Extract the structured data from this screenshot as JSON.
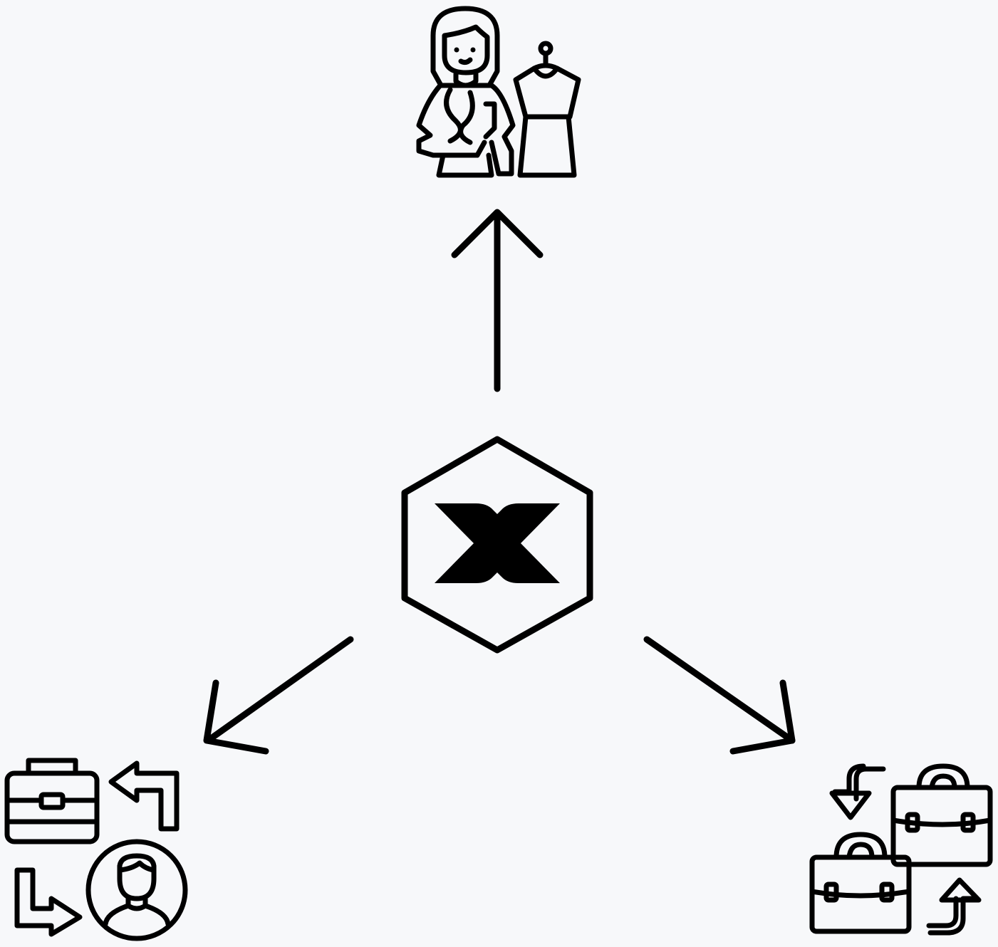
{
  "diagram": {
    "center_logo": {
      "icon": "x-hexagon-logo-icon"
    },
    "nodes": [
      {
        "position": "top",
        "icon": "tailor-with-mannequin-icon"
      },
      {
        "position": "bottom-left",
        "icon": "job-transfer-briefcase-person-icon"
      },
      {
        "position": "bottom-right",
        "icon": "bag-exchange-icon"
      }
    ],
    "arrows": [
      {
        "direction": "up",
        "from": "center",
        "to": "top"
      },
      {
        "direction": "down-left",
        "from": "center",
        "to": "bottom-left"
      },
      {
        "direction": "down-right",
        "from": "center",
        "to": "bottom-right"
      }
    ],
    "colors": {
      "background": "#f7f8fa",
      "ink": "#000000"
    }
  }
}
